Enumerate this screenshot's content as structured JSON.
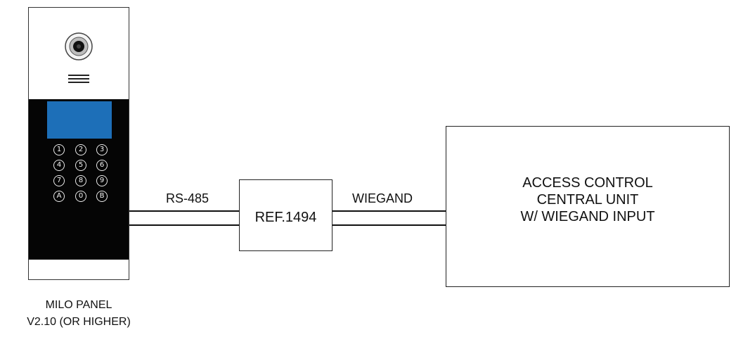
{
  "panel": {
    "keys": [
      "1",
      "2",
      "3",
      "4",
      "5",
      "6",
      "7",
      "8",
      "9",
      "A",
      "0",
      "B"
    ],
    "caption_line1": "MILO PANEL",
    "caption_line2": "V2.10 (OR HIGHER)",
    "display_color": "#1d6fb8"
  },
  "links": {
    "rs485_label": "RS-485",
    "wiegand_label": "WIEGAND"
  },
  "converter": {
    "label": "REF.1494"
  },
  "access_unit": {
    "line1": "ACCESS CONTROL",
    "line2": "CENTRAL UNIT",
    "line3": "W/ WIEGAND INPUT"
  }
}
